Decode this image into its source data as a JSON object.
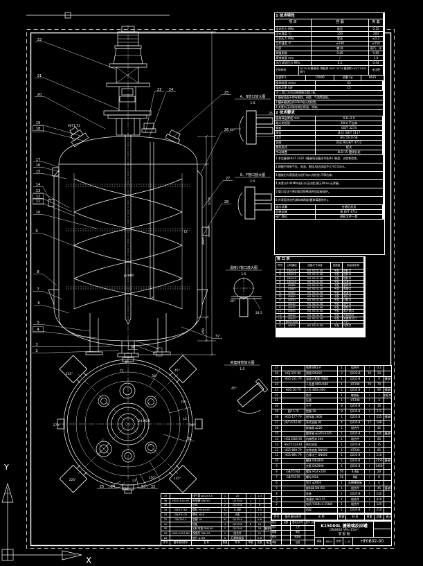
{
  "canvas": {
    "bg": "#000000",
    "line_color": "#ffffff"
  },
  "ucs": {
    "x": "X",
    "y": "Y"
  },
  "spec_table": {
    "title": "1 技术特性",
    "headers": [
      "项  目",
      "容  器",
      "夹 套"
    ],
    "rows": [
      [
        "设计压力 MPa",
        "常压",
        "0.25"
      ],
      [
        "设计温度 ℃",
        "150",
        "200"
      ],
      [
        "工作压力 MPa",
        "常压",
        "≤0.2"
      ],
      [
        "工作温度 ℃",
        "≤140",
        "≤150"
      ],
      [
        "介质",
        "物 料",
        "蒸汽、水"
      ],
      [
        "焊缝系数",
        "0.85",
        "0.85"
      ],
      [
        "腐蚀裕度 mm",
        "/",
        "1.0"
      ],
      [
        "水压试验压力 MPa",
        "0.2",
        "0.44"
      ]
    ],
    "material_row": [
      "主体材料",
      "Q235-B(搪玻璃) 钢板按 GB/T 3274,搪烧按 HG/T 2432 执行",
      "未注明"
    ],
    "volume_row": [
      "全容积 L",
      "15000",
      "总重 kg",
      "8625"
    ],
    "extra_rows": [
      [
        "搅拌转速 r/min",
        "63"
      ],
      [
        "电机功率 kW",
        "15"
      ]
    ],
    "notes": [
      "注:1.管口方位见俯视图及管口表。",
      "2.搪玻璃面不得有裂纹、剥瓷、气泡等缺陷。",
      "3.罐体搪烧后作20kV电火花检验。",
      "4.夹套水压试验合格后保温、涂漆。"
    ],
    "section2_title": "2 技术要求",
    "req_rows": [
      [
        "搪玻璃层厚度 mm",
        "0.8~2.0"
      ],
      [
        "电火花检验",
        "20kV 不击穿"
      ],
      [
        "钢板",
        "GB/T 3274"
      ],
      [
        "焊条",
        "J422  GB/T 5117"
      ],
      [
        "法兰",
        "HG 5010-58"
      ],
      [
        "支座",
        "耳式 B4  JB/T 4712"
      ],
      [
        "搅拌形式",
        "框式"
      ],
      [
        "传动装置",
        "XLD-15 摆线针轮"
      ]
    ],
    "req_notes": [
      "1.本设备按HG/T 2432《搪玻璃设备技术条件》制造、试验和验收。",
      "2.焊缝不得有气孔、夹渣、裂纹,咬边深度不大于0.5mm。",
      "3.搪烧后内表面逐点进行电火花检验,不得击穿。",
      "4.夹套以0.44MPa进行水压试验,保压30min无渗漏。",
      "5.管口及法兰密封面涂防锈油并加盲板保护。",
      "6.外表面涂灰色调和漆两道(搪玻璃面除外)。"
    ],
    "tail_rows": [
      [
        "盛水试漏",
        "合格后发运"
      ],
      [
        "包装运输",
        "按 JB/T 4711"
      ],
      [
        "出厂资料",
        "随机文件一套"
      ]
    ]
  },
  "nozzle_table": {
    "title": "管 口 表",
    "headers": [
      "符号",
      "公称通径",
      "连接尺寸标准",
      "连接面",
      "用途或名称"
    ],
    "rows": [
      [
        "A",
        "DN150",
        "HG 5010-58",
        "平面",
        "进料口"
      ],
      [
        "B",
        "DN150",
        "HG 5010-58",
        "平面",
        "进料口"
      ],
      [
        "C",
        "DN125",
        "HG 5010-58",
        "平面",
        "加料口"
      ],
      [
        "D",
        "DN100",
        "HG 5010-58",
        "平面",
        "回流口"
      ],
      [
        "E",
        "DN80",
        "HG 5010-58",
        "平面",
        "备用口"
      ],
      [
        "F",
        "DN80",
        "HG 5010-58",
        "平面",
        "视镜口"
      ],
      [
        "T1",
        "DN80",
        "HG 5010-58",
        "平面",
        "测温口"
      ],
      [
        "T2",
        "DN80",
        "HG 5010-58",
        "平面",
        "测压口"
      ],
      [
        "H",
        "DN50",
        "HG 5010-58",
        "平面",
        "压料口"
      ],
      [
        "J",
        "DN40",
        "HG 5010-58",
        "平面",
        "放空口"
      ],
      [
        "K",
        "DN32",
        "HG 5010-58",
        "平面",
        "取样口"
      ],
      [
        "L1",
        "DN50",
        "HG 5010-58",
        "平面",
        "蒸汽进口"
      ],
      [
        "L2",
        "DN40",
        "HG 5010-58",
        "平面",
        "冷却水口"
      ],
      [
        "L3",
        "DN40",
        "HG 5010-58",
        "平面",
        "夹套排污口"
      ],
      [
        "M",
        "800×600",
        "/",
        "/",
        "人孔"
      ],
      [
        "S",
        "DN25",
        "HG 5010-58",
        "平面",
        "排净口"
      ]
    ]
  },
  "bom_headers": [
    "件号",
    "图号或标准号",
    "名  称",
    "数量",
    "材  料",
    "单重",
    "总重",
    "备注"
  ],
  "bom_right": [
    [
      "27",
      "",
      "铭牌 BN1-A",
      "1",
      "组合件",
      "/",
      "0.3",
      ""
    ],
    [
      "26",
      "HGJ 501-86",
      "视镜 DN150",
      "2",
      "Q235-B",
      "10",
      "20",
      ""
    ],
    [
      "25",
      "HG5-231-79",
      "温度计套管 DN80",
      "1",
      "Q235-B",
      "/",
      "9",
      "搪玻璃"
    ],
    [
      "24",
      "",
      "人孔盖 800×600",
      "1",
      "HT200",
      "70",
      "70",
      ""
    ],
    [
      "23",
      "HG5-20-79",
      "人孔 800×600",
      "1",
      "Q235-B",
      "/",
      "90",
      "搪玻璃"
    ],
    [
      "22",
      "",
      "垫片",
      "1",
      "橡胶板",
      "/",
      "/",
      "成套供应"
    ],
    [
      "21",
      "",
      "压盖",
      "1",
      "HT200",
      "/",
      "3",
      ""
    ],
    [
      "20",
      "",
      "卡子",
      "8",
      "Q235-B",
      "/",
      "16",
      ""
    ],
    [
      "19",
      "图17-79",
      "垫圈 20",
      "8",
      "Q235-B",
      "/",
      "1.5",
      ""
    ],
    [
      "18",
      "HG5-177-79",
      "搅拌器 2600",
      "1",
      "Q235-B",
      "/",
      "255",
      "搪玻璃"
    ],
    [
      "17",
      "JB/T4712-92",
      "耳式支座 B4",
      "4",
      "Q235-B",
      "27",
      "108",
      ""
    ],
    [
      "16",
      "",
      "联轴器 φ220",
      "1",
      "组合件",
      "/",
      "45",
      ""
    ],
    [
      "15",
      "",
      "搅拌轴 φ220×4245",
      "1",
      "Q235-B",
      "/",
      "380",
      "搪玻璃"
    ],
    [
      "14",
      "HG21566-95",
      "机械密封 204",
      "1",
      "组合件",
      "/",
      "60",
      ""
    ],
    [
      "13",
      "HG/T2123-91",
      "密封支架",
      "1",
      "Q235-B",
      "/",
      "35",
      ""
    ],
    [
      "12",
      "HG5-889-79",
      "安装底盖 DN600",
      "1",
      "HT200",
      "/",
      "85",
      ""
    ],
    [
      "11",
      "HG5-891-79",
      "凸缘法兰 DN600",
      "1",
      "Q235-B",
      "/",
      "110",
      ""
    ],
    [
      "10",
      "",
      "罐体 DN2800",
      "1",
      "Q235-B",
      "/",
      "3150",
      "搪玻璃"
    ],
    [
      "9",
      "",
      "夹套 DN2900",
      "1",
      "Q235-B",
      "/",
      "1450",
      ""
    ],
    [
      "8",
      "GB/T5782",
      "螺栓 M24×100",
      "56",
      "8.8级",
      "/",
      "28",
      ""
    ],
    [
      "7",
      "GB/T6170",
      "螺母 M24",
      "56",
      "8级",
      "/",
      "8",
      ""
    ],
    [
      "6",
      "",
      "垫片 φ2950",
      "1",
      "石棉橡胶板",
      "/",
      "6",
      ""
    ],
    [
      "5",
      "",
      "放料阀 DN150",
      "1",
      "组合件",
      "/",
      "45",
      "搪玻璃"
    ],
    [
      "4",
      "",
      "底座",
      "1",
      "Q235-B",
      "/",
      "120",
      ""
    ],
    [
      "3",
      "",
      "减速机 XLD-15",
      "1",
      "组合件",
      "/",
      "410",
      ""
    ],
    [
      "2",
      "",
      "电机 Y160L-4 15kW",
      "1",
      "组合件",
      "/",
      "145",
      ""
    ],
    [
      "1",
      "",
      "机架",
      "1",
      "Q235-B",
      "/",
      "210",
      ""
    ]
  ],
  "bom_left": [
    [
      "37",
      "",
      "排气管 φ32×3.5",
      "1",
      "20",
      "/",
      "1.3",
      ""
    ],
    [
      "36",
      "HG21514-95",
      "补强圈 DN500",
      "1",
      "Q235-B",
      "2",
      "2",
      ""
    ],
    [
      "35",
      "",
      "吊耳",
      "2",
      "Q235-B",
      "4",
      "8",
      ""
    ],
    [
      "34",
      "GB/T5782",
      "螺栓 M16×55",
      "32",
      "8.8级",
      "/",
      "3.5",
      ""
    ],
    [
      "33",
      "GB/T6170",
      "螺母 M16",
      "32",
      "8级",
      "/",
      "1.2",
      ""
    ],
    [
      "32",
      "GB/T97.1",
      "垫圈 16",
      "32",
      "Q235-A",
      "/",
      "0.6",
      ""
    ],
    [
      "31",
      "",
      "挡板",
      "4",
      "Q235-B",
      "6",
      "24",
      ""
    ],
    [
      "30",
      "",
      "出料弯管 DN150",
      "1",
      "Q235-B",
      "/",
      "18",
      "搪玻璃"
    ],
    [
      "29",
      "HG5-1407-80",
      "视镜灯 DN125",
      "1",
      "组合件",
      "/",
      "12",
      ""
    ],
    [
      "28",
      "",
      "垫片 φ165",
      "6",
      "石棉橡胶板",
      "/",
      "0.8",
      ""
    ]
  ],
  "title_block": {
    "product_line1": "K15000L 搪玻璃反应罐",
    "product_line2": "DN2800  VN=15m³",
    "product_line3": "装 配 图",
    "drawing_no": "HF0B02-00",
    "weight_label": "重量",
    "weight": "8625",
    "scale_label": "比例",
    "scale": "1:15",
    "sign_rows": [
      [
        "标记",
        "处数",
        "更改文件号",
        "签字 日期"
      ],
      [
        "设计",
        "",
        "工艺",
        ""
      ],
      [
        "制图",
        "",
        "审定",
        ""
      ],
      [
        "校对",
        "",
        "标准化",
        ""
      ],
      [
        "审核",
        "",
        "批准",
        ""
      ]
    ]
  },
  "drawing": {
    "balloons_left": [
      [
        22,
        57,
        58,
        168,
        100,
        0
      ],
      [
        21,
        57,
        110,
        172,
        158,
        0
      ],
      [
        20,
        57,
        137,
        152,
        186,
        0
      ],
      [
        19,
        55,
        178,
        116,
        196,
        0
      ],
      [
        18,
        55,
        186,
        120,
        203,
        1
      ],
      [
        17,
        55,
        231,
        84,
        241,
        0
      ],
      [
        16,
        55,
        239,
        86,
        248,
        0
      ],
      [
        15,
        55,
        248,
        96,
        258,
        0
      ],
      [
        14,
        55,
        267,
        74,
        292,
        0
      ],
      [
        13,
        55,
        276,
        100,
        300,
        0
      ],
      [
        12,
        55,
        284,
        104,
        306,
        1
      ],
      [
        11,
        55,
        291,
        108,
        312,
        1
      ],
      [
        10,
        55,
        307,
        140,
        330,
        0
      ],
      [
        9,
        53,
        334,
        120,
        360,
        0
      ],
      [
        8,
        55,
        393,
        82,
        412,
        0
      ],
      [
        7,
        55,
        418,
        90,
        432,
        0
      ],
      [
        6,
        56,
        438,
        100,
        452,
        0
      ],
      [
        5,
        55,
        466,
        130,
        478,
        0
      ],
      [
        4,
        55,
        476,
        140,
        488,
        1
      ],
      [
        3,
        53,
        498,
        160,
        500,
        0
      ],
      [
        2,
        53,
        507,
        172,
        506,
        0
      ]
    ],
    "balloons_right": [
      [
        23,
        230,
        130,
        210,
        192,
        0
      ],
      [
        24,
        247,
        130,
        216,
        197,
        0
      ],
      [
        25,
        327,
        134,
        250,
        198,
        0
      ],
      [
        26,
        327,
        188,
        290,
        250,
        0
      ],
      [
        27,
        329,
        258,
        293,
        300,
        0
      ],
      [
        28,
        327,
        292,
        293,
        340,
        0
      ],
      [
        37,
        314,
        486,
        262,
        472,
        0
      ],
      [
        30,
        192,
        502,
        186,
        493,
        0
      ]
    ],
    "balloons_plan": [
      [
        31,
        274,
        634,
        236,
        627,
        0
      ],
      [
        25,
        147,
        703,
        175,
        694,
        0
      ],
      [
        24,
        163,
        703,
        181,
        696,
        0
      ],
      [
        33,
        207,
        703,
        197,
        689,
        0
      ],
      [
        32,
        221,
        703,
        202,
        684,
        0
      ]
    ],
    "plan_angles": [
      [
        "0°",
        183,
        524
      ],
      [
        "30°",
        223,
        544
      ],
      [
        "45°",
        256,
        536
      ],
      [
        "75°",
        265,
        582
      ],
      [
        "90°",
        278,
        615
      ],
      [
        "135°",
        256,
        692
      ],
      [
        "150°",
        220,
        691
      ],
      [
        "180°",
        182,
        707
      ],
      [
        "225°",
        105,
        694
      ],
      [
        "270°",
        82,
        615
      ],
      [
        "315°",
        100,
        541
      ]
    ],
    "plan_labels": [
      [
        "T1",
        176,
        537
      ],
      [
        "C",
        149,
        637
      ],
      [
        "L3",
        267,
        606
      ],
      [
        "L2",
        194,
        695
      ],
      [
        "24-M24",
        208,
        609
      ]
    ],
    "dims": [
      [
        "5150",
        304,
        290,
        -90
      ],
      [
        "3685",
        295,
        348,
        -90
      ],
      [
        "450",
        295,
        478,
        -90
      ]
    ],
    "annos": [
      [
        "M/T1.T2",
        107,
        183
      ],
      [
        "T2",
        268,
        336
      ],
      [
        "φ2800",
        186,
        399
      ],
      [
        "60°",
        336,
        189
      ],
      [
        "25",
        391,
        165
      ],
      [
        "30°",
        336,
        436
      ],
      [
        "24.5",
        374,
        453
      ],
      [
        "45°",
        338,
        562
      ]
    ],
    "details": [
      [
        "A、B管口放大图",
        "1:5",
        365,
        141
      ],
      [
        "E、F管口放大图",
        "1:5",
        365,
        254
      ],
      [
        "温度计管口放大图",
        "1:5",
        352,
        388
      ],
      [
        "夹套接管放大图",
        "1:5",
        350,
        525
      ]
    ]
  }
}
